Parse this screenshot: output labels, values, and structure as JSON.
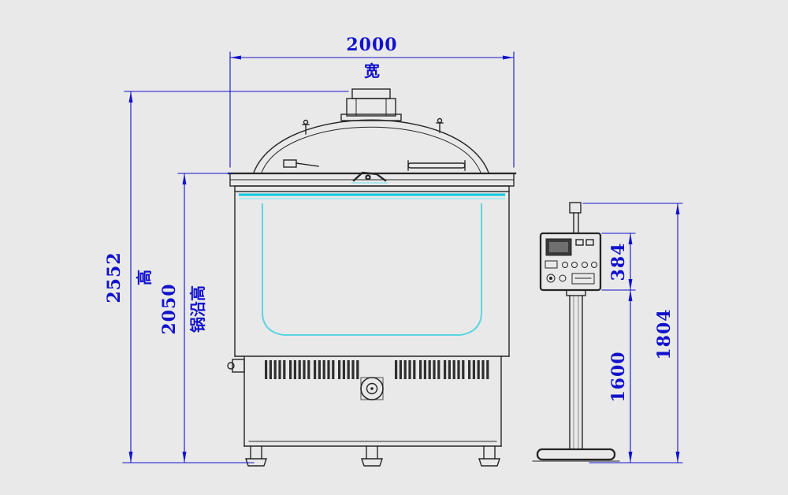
{
  "colors": {
    "background": "#e9e9e9",
    "line": "#262626",
    "dimension": "#1212cc",
    "accent": "#00c6d8"
  },
  "dimensions": {
    "width": {
      "value": "2000",
      "label": "宽"
    },
    "overall_height": {
      "value": "2552",
      "label": "高"
    },
    "rim_height": {
      "value": "2050",
      "label": "锅沿高"
    },
    "control_panel_height": {
      "value": "384"
    },
    "stand_height": {
      "value": "1600"
    },
    "control_top_height": {
      "value": "1804"
    }
  }
}
